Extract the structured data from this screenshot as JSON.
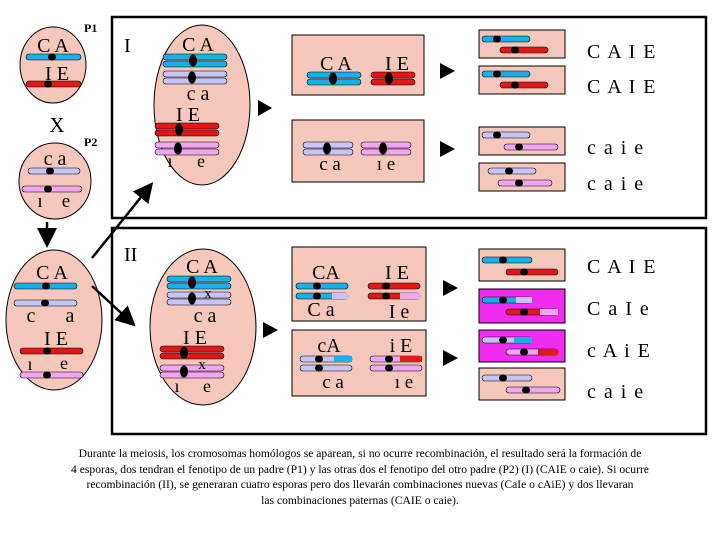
{
  "colors": {
    "cell_fill": "#f6c8bc",
    "blue": "#18b0e8",
    "red": "#e01818",
    "lavender": "#c4c4f6",
    "pink": "#f2a6f2",
    "magenta": "#f02cf0",
    "centromere": "#000000"
  },
  "parents": {
    "p1_label": "P1",
    "p2_label": "P2",
    "cross": "X",
    "p1_top": "C A",
    "p1_bottom": "I E",
    "p2_top": "c a",
    "p2_bottom_left": "ı",
    "p2_bottom_right": "e"
  },
  "hybrid": {
    "top": "C A",
    "mid_left": "c",
    "mid_right": "a",
    "low": "I E",
    "bottom_left": "ı",
    "bottom_right": "e"
  },
  "panel1": {
    "label": "I",
    "cell": {
      "top": "C A",
      "mid": "c a",
      "low": "I E",
      "bottom_left": "ı",
      "bottom_right": "e"
    },
    "box_top": {
      "left": "C A",
      "right": "I E"
    },
    "box_bottom": {
      "left": "c a",
      "right": "ı e"
    },
    "results": [
      "C A I E",
      "C A I E",
      "c a i e",
      "c a i e"
    ]
  },
  "panel2": {
    "label": "II",
    "cross_mark": "x",
    "cell": {
      "top": "C A",
      "mid": "c a",
      "low": "I E",
      "bottom_left": "ı",
      "bottom_right": "e"
    },
    "box_top": {
      "tl": "CA",
      "tr": "I E",
      "bl": "C a",
      "br": "I e"
    },
    "box_bottom": {
      "tl": "cA",
      "tr": "i E",
      "bl": "c a",
      "br": "ı e"
    },
    "results": [
      "C A I E",
      "C a I e",
      "c A i E",
      "c a i e"
    ]
  },
  "caption": [
    "Durante la meiosis, los cromosomas homólogos se aparean, si no ocurre recombinación, el resultado será la formación de",
    "4 esporas, dos tendran el fenotipo de un padre (P1) y las otras dos el fenotipo del otro padre (P2) (I) (CAIE o caie). Si ocurre",
    "recombinación (II), se generaran cuatro esporas pero dos llevarán combinaciones nuevas (CaIe o cAiE)  y dos llevaran",
    "las combinaciones paternas (CAIE o caie)."
  ]
}
